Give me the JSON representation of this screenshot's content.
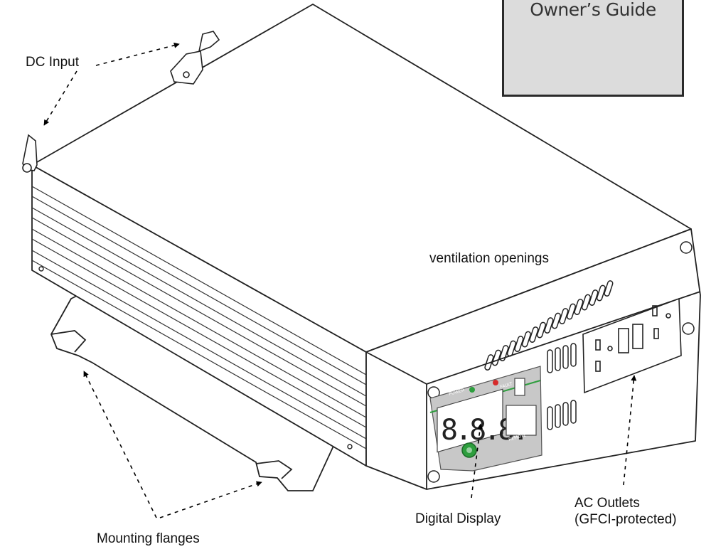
{
  "guide": {
    "title": "Owner’s Guide"
  },
  "callouts": {
    "dc_input": "DC Input",
    "ventilation": "ventilation openings",
    "mounting": "Mounting flanges",
    "display": "Digital Display",
    "ac_outlets_line1": "AC Outlets",
    "ac_outlets_line2": "(GFCI-protected)"
  },
  "panel": {
    "power_label": "POWER",
    "fault_label": "FAULT",
    "remote_label": "REMOTE",
    "display_digits": "8.8.8."
  },
  "colors": {
    "power_led": "#2e9e3e",
    "fault_led": "#d62a2a",
    "power_button": "#2e9e3e",
    "panel_bg": "#c8c8c8"
  }
}
